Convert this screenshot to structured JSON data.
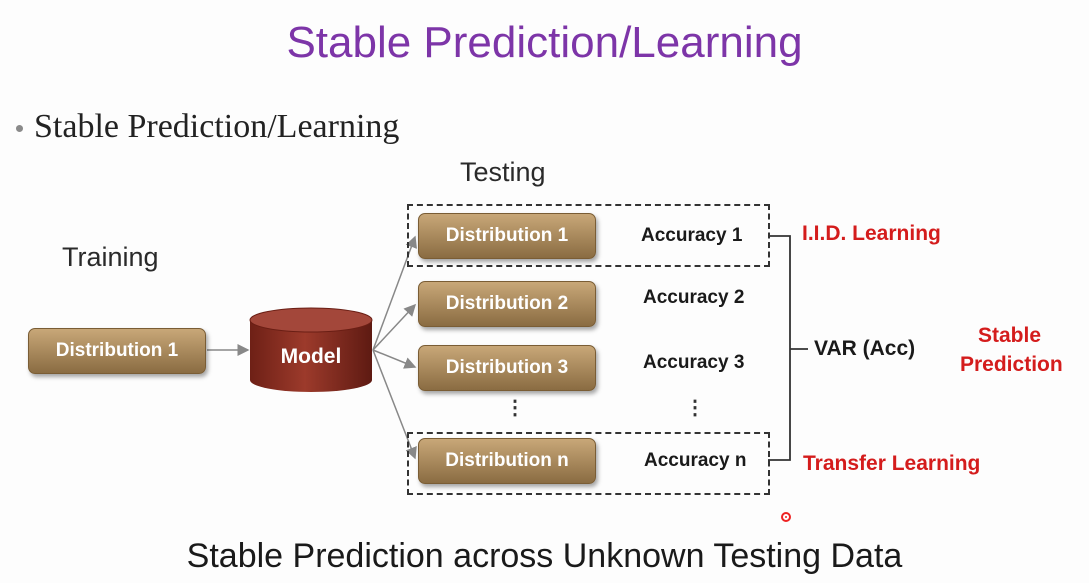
{
  "title": "Stable Prediction/Learning",
  "bullet": "Stable Prediction/Learning",
  "labels": {
    "training": "Training",
    "testing": "Testing"
  },
  "training_box": "Distribution 1",
  "model": "Model",
  "test_boxes": [
    "Distribution 1",
    "Distribution 2",
    "Distribution 3",
    "Distribution n"
  ],
  "accuracies": [
    "Accuracy 1",
    "Accuracy 2",
    "Accuracy 3",
    "Accuracy n"
  ],
  "variance_label": "VAR (Acc)",
  "annotations": {
    "iid": "I.I.D. Learning",
    "stable_line1": "Stable",
    "stable_line2": "Prediction",
    "transfer": "Transfer Learning"
  },
  "ellipsis": "⋮",
  "bottom_caption": "Stable Prediction across Unknown Testing Data",
  "colors": {
    "title": "#7d35a8",
    "annotation": "#d41c1c",
    "box": "#a8865a",
    "model": "#8e2e22"
  }
}
